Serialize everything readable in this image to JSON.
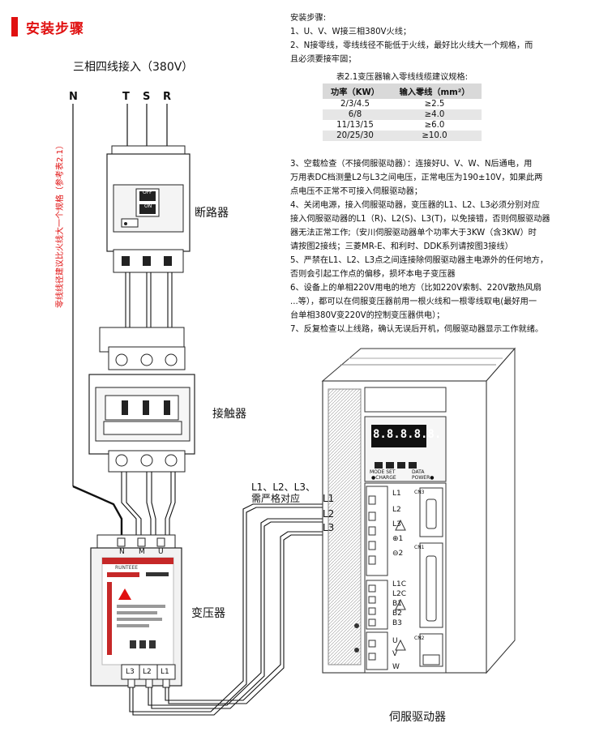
{
  "header": {
    "title": "安装步骤"
  },
  "diagram": {
    "supply_label": "三相四线接入（380V）",
    "phases": {
      "n": "N",
      "t": "T",
      "s": "S",
      "r": "R"
    },
    "breaker_label": "断路器",
    "contactor_label": "接触器",
    "transformer_label": "变压器",
    "servo_label": "伺服驱动器",
    "neutral_note": "零线线径建议比火线大一个规格（参考表2.1）",
    "breaker_switch": {
      "off": "OFF",
      "on": "ON"
    },
    "transformer_top_terminals": [
      "N",
      "M",
      "U"
    ],
    "transformer_bottom_terminals": [
      "L3",
      "L2",
      "L1"
    ],
    "transformer_brand": "RUNTEEE",
    "strict_label_line1": "L1、L2、L3、",
    "strict_label_line2": "需严格对应",
    "wire_labels": [
      "L1",
      "L2",
      "L3"
    ],
    "drive_display": "8.8.8.8.8.",
    "drive_buttons": {
      "mode": "MODE SET",
      "data": "DATA"
    },
    "drive_leds": {
      "charge": "●CHARGE",
      "power": "POWER●"
    },
    "drive_terminals_upper": [
      "L1",
      "L2",
      "L3",
      "⊕1",
      "⊖2"
    ],
    "drive_terminals_lower": [
      "L1C",
      "L2C",
      "B1",
      "B2",
      "B3"
    ],
    "drive_terminals_motor": [
      "U",
      "V",
      "W"
    ],
    "cn_labels": [
      "CN3",
      "CN1",
      "CN2"
    ]
  },
  "steps": {
    "heading": "安装步骤:",
    "lines": [
      "1、U、V、W接三相380V火线；",
      "2、N接零线，零线线径不能低于火线，最好比火线大一个规格，而",
      "且必须要接牢固；"
    ],
    "lines2": [
      "3、空载检查（不接伺服驱动器）：连接好U、V、W、N后通电，用",
      "万用表DC档测量L2与L3之间电压，正常电压为190±10V，如果此两",
      "点电压不正常不可接入伺服驱动器；",
      "4、关闭电源，接入伺服驱动器，变压器的L1、L2、L3必须分别对应",
      "接入伺服驱动器的L1（R)、L2(S)、L3(T)，以免接错，否则伺服驱动器",
      "器无法正常工作;（安川伺服驱动器单个功率大于3KW（含3KW）时",
      "请按图2接线；三菱MR-E、和利时、DDK系列请按图3接线）",
      "5、严禁在L1、L2、L3点之间连接除伺服驱动器主电源外的任何地方，",
      "否则会引起工作点的偏移，损坏本电子变压器",
      "6、设备上的单相220V用电的地方（比如220V索制、220V散热风扇",
      "...等），都可以在伺服变压器前用一根火线和一根零线取电(最好用一",
      "台单相380V变220V的控制变压器供电）；",
      "7、反复检查以上线路，确认无误后开机，伺服驱动器显示工作就绪。"
    ]
  },
  "table": {
    "caption": "表2.1变压器输入零线线缆建议规格:",
    "headers": [
      "功率（KW）",
      "输入零线（mm²）"
    ],
    "rows": [
      [
        "2/3/4.5",
        "≥2.5"
      ],
      [
        "6/8",
        "≥4.0"
      ],
      [
        "11/13/15",
        "≥6.0"
      ],
      [
        "20/25/30",
        "≥10.0"
      ]
    ]
  },
  "colors": {
    "accent": "#e01010",
    "wire": "#111111",
    "panel": "#f2f2f2"
  }
}
